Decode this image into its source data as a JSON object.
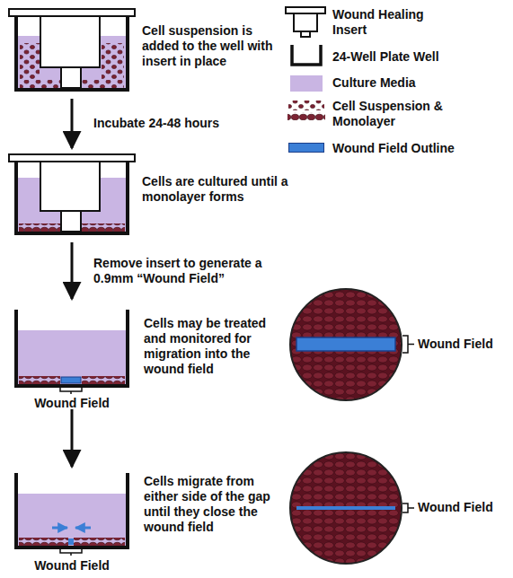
{
  "diagram": {
    "labels": [
      "Cell suspension is added to the well with insert in place",
      "Incubate 24-48 hours",
      "Cells are cultured until a monolayer forms",
      "Remove insert to generate a 0.9mm “Wound Field”",
      "Wound Field",
      "Cells may be treated and monitored for migration into the wound field",
      "Wound Field",
      "Cells migrate from either side of the gap until they close the wound field",
      "Wound Field",
      "Wound Field"
    ],
    "legend": [
      {
        "text": "Wound Healing Insert"
      },
      {
        "text": "24-Well Plate Well"
      },
      {
        "text": "Culture Media",
        "color": "#c9b5e3"
      },
      {
        "text": "Cell Suspension & Monolayer"
      },
      {
        "text": "Wound Field Outline",
        "color": "#3b7fd6"
      }
    ]
  }
}
